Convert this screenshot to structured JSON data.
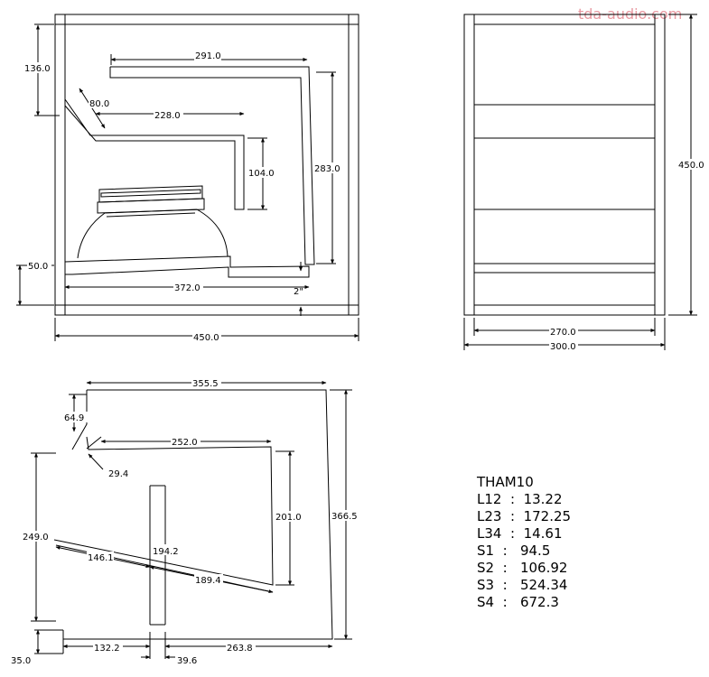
{
  "brand": "tda-audio.com",
  "parameters": {
    "title": "THAM10",
    "rows": [
      "L12  :  13.22",
      "L23  :  172.25",
      "L34  :  14.61",
      "S1  :   94.5",
      "S2  :   106.92",
      "S3  :   524.34",
      "S4  :   672.3"
    ]
  },
  "side_view": {
    "d_136": "136.0",
    "d_80": "80.0",
    "d_291": "291.0",
    "d_228": "228.0",
    "d_104": "104.0",
    "d_283": "283.0",
    "d_50": "50.0",
    "d_372": "372.0",
    "d_2": "2\"",
    "d_450": "450.0"
  },
  "front_view": {
    "d_450": "450.0",
    "d_270": "270.0",
    "d_300": "300.0"
  },
  "path_view": {
    "d_355_5": "355.5",
    "d_64_9": "64.9",
    "d_252": "252.0",
    "d_29_4": "29.4",
    "d_201": "201.0",
    "d_366_5": "366.5",
    "d_249": "249.0",
    "d_146_1": "146.1",
    "d_194_2": "194.2",
    "d_189_4": "189.4",
    "d_35": "35.0",
    "d_132_2": "132.2",
    "d_39_6": "39.6",
    "d_263_8": "263.8"
  }
}
